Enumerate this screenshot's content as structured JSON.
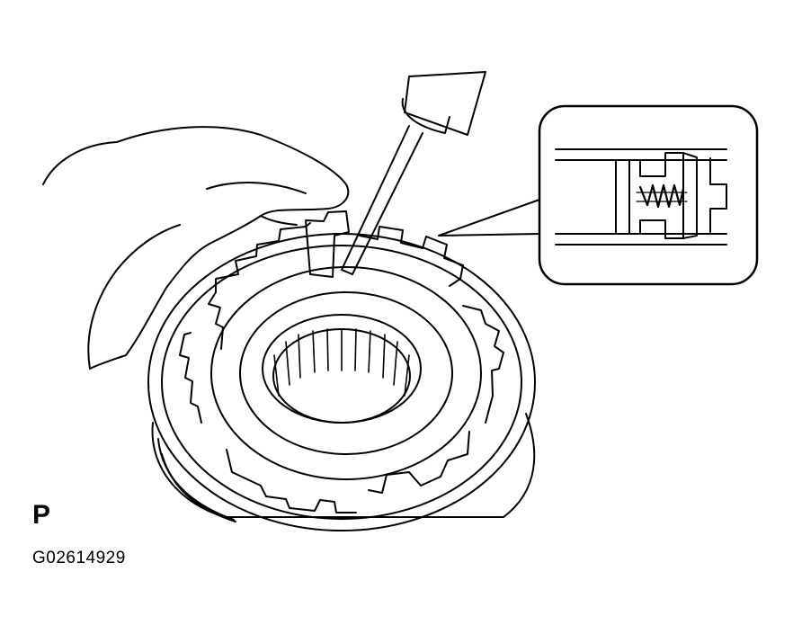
{
  "figure": {
    "letter_label": "P",
    "code_label": "G02614929",
    "line_color": "#000000",
    "background_color": "#ffffff",
    "parts": [
      "hand-icon",
      "screwdriver-icon",
      "synchronizer-hub-icon",
      "needle-bearing-icon",
      "shifting-key-icon",
      "detail-inset-callout",
      "key-spring-icon"
    ]
  }
}
